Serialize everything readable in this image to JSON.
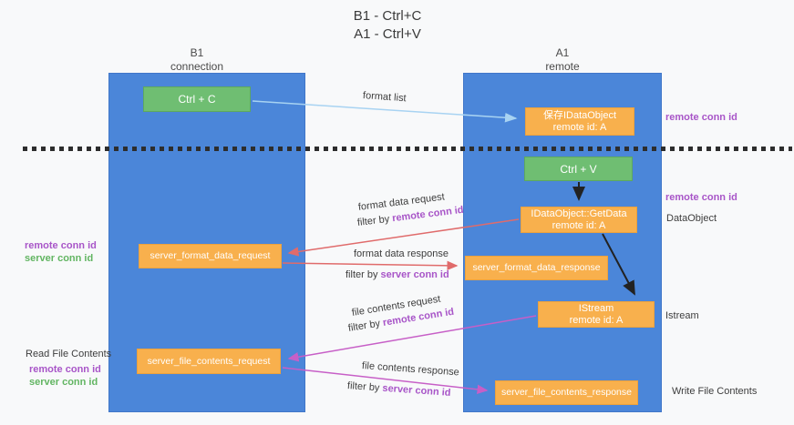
{
  "title": {
    "line1": "B1 - Ctrl+C",
    "line2": "A1 - Ctrl+V"
  },
  "columns": {
    "left": {
      "name": "B1",
      "role": "connection"
    },
    "right": {
      "name": "A1",
      "role": "remote"
    }
  },
  "boxes": {
    "ctrl_c": "Ctrl + C",
    "ctrl_v": "Ctrl + V",
    "save_dataobject": {
      "line1": "保存IDataObject",
      "line2": "remote id: A"
    },
    "getdata": {
      "line1": "IDataObject::GetData",
      "line2": "remote id: A"
    },
    "istream": {
      "line1": "IStream",
      "line2": "remote id: A"
    },
    "server_format_data_request": "server_format_data_request",
    "server_format_data_response": "server_format_data_response",
    "server_file_contents_request": "server_file_contents_request",
    "server_file_contents_response": "server_file_contents_response"
  },
  "flows": {
    "format_list": {
      "label": "format list"
    },
    "format_data_request": {
      "label": "format data request",
      "filter_prefix": "filter by ",
      "filter_key": "remote conn id"
    },
    "format_data_response": {
      "label": "format data response",
      "filter_prefix": "filter by ",
      "filter_key": "server conn id"
    },
    "file_contents_request": {
      "label": "file contents request",
      "filter_prefix": "filter by ",
      "filter_key": "remote conn id"
    },
    "file_contents_response": {
      "label": "file contents response",
      "filter_prefix": "filter by ",
      "filter_key": "server conn id"
    }
  },
  "annotations": {
    "remote_conn_id_top_right": "remote conn id",
    "remote_conn_id_mid_right": "remote conn id",
    "dataobject": "DataObject",
    "istream": "Istream",
    "write_file_contents": "Write File Contents",
    "read_file_contents": "Read File Contents",
    "left_pair_format": {
      "remote": "remote conn id",
      "server": "server conn id"
    },
    "left_pair_file": {
      "remote": "remote conn id",
      "server": "server conn id"
    }
  },
  "colors": {
    "column_blue": "#4b86d9",
    "box_orange": "#f8b04d",
    "box_green": "#6fbe72",
    "arrow_red": "#e06b6b",
    "arrow_magenta": "#c75fc7",
    "arrow_lightblue": "#a8d3f2",
    "arrow_black": "#222222",
    "text_purple": "#a855c8",
    "text_green": "#62b562"
  }
}
